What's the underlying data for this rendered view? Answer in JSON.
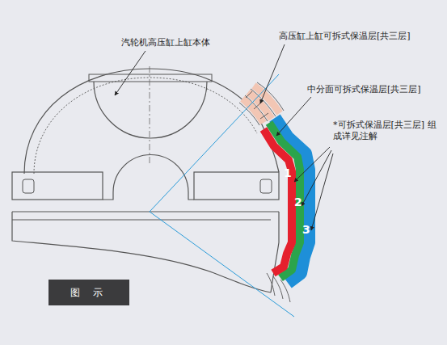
{
  "diagram": {
    "nodes": [
      {
        "text": [
          "图 示"
        ]
      }
    ],
    "labels": [
      "汽轮机高压缸上缸本体",
      "高压缸上缸可拆式保温层[共三层]",
      "中分面可拆式保温层[共三层]",
      "*可拆式保温层[共三层] 组成详见注解",
      "1",
      "2",
      "3"
    ]
  }
}
